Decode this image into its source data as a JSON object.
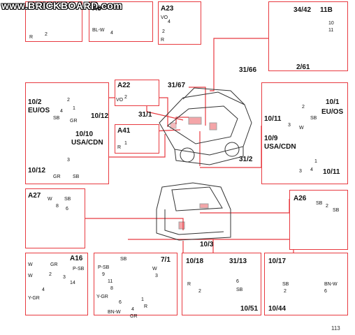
{
  "watermark": "www.BRICKBOARD.com",
  "page_number": "113",
  "accent_color": "#e83a40",
  "panels": {
    "a8": {
      "title": "A8",
      "wires": [
        "BL-W",
        "4"
      ]
    },
    "a23": {
      "title": "A23",
      "wires": [
        "VO",
        "4",
        "2",
        "R"
      ]
    },
    "top_left": {
      "wires": [
        "2",
        "R"
      ]
    },
    "engine_bay": {
      "ref": "11B",
      "connectors": [
        "34/42",
        "10",
        "11",
        "2/61"
      ]
    },
    "left_light": {
      "connectors": [
        "10/2",
        "EU/OS",
        "10/12",
        "10/10",
        "USA/CDN",
        "10/12"
      ],
      "wires": [
        "SB",
        "GR",
        "4",
        "1",
        "2",
        "3",
        "GR",
        "SB"
      ]
    },
    "right_light": {
      "connectors": [
        "10/1",
        "EU/OS",
        "10/11",
        "10/9",
        "USA/CDN",
        "10/11"
      ],
      "wires": [
        "3",
        "W",
        "SB",
        "2",
        "4",
        "1",
        "3"
      ]
    },
    "a22": {
      "title": "A22",
      "wires": [
        "VO",
        "2"
      ]
    },
    "a41": {
      "title": "A41",
      "wires": [
        "R",
        "1"
      ]
    },
    "car_callouts": [
      "31/67",
      "31/66",
      "31/1",
      "31/2"
    ],
    "a27": {
      "title": "A27",
      "wires": [
        "W",
        "SB",
        "8",
        "6"
      ]
    },
    "a26": {
      "title": "A26",
      "wires": [
        "SB",
        "2",
        "SB"
      ]
    },
    "rear_callout": "10/3",
    "a16": {
      "title": "A16",
      "wires": [
        "W",
        "GR",
        "P-SB",
        "W",
        "2",
        "3",
        "4",
        "14",
        "Y-GR"
      ]
    },
    "c71": {
      "title": "7/1",
      "wires": [
        "SB",
        "P-SB",
        "9",
        "11",
        "8",
        "Y-GR",
        "6",
        "BN-W",
        "W",
        "3",
        "1",
        "R",
        "4",
        "GR"
      ]
    },
    "c1018": {
      "title": "10/18",
      "title2": "31/13",
      "wires": [
        "R",
        "2",
        "6",
        "SB"
      ],
      "callout": "10/51"
    },
    "c1017": {
      "title": "10/17",
      "wires": [
        "SB",
        "2",
        "BN-W",
        "6"
      ],
      "callout": "10/44"
    }
  }
}
